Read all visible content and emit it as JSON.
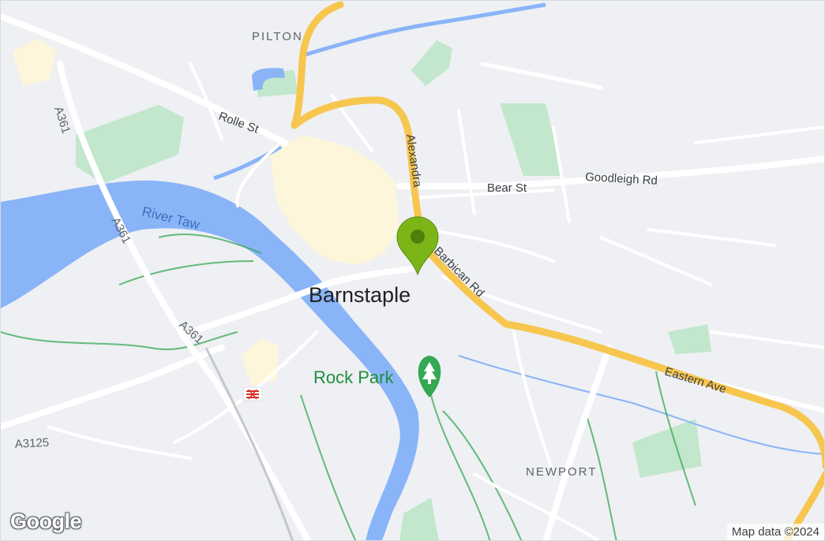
{
  "map": {
    "logo": "Google",
    "attribution": "Map data ©2024",
    "labels": {
      "pilton": "PILTON",
      "rolle_st": "Rolle St",
      "a361_north": "A361",
      "a361_mid": "A361",
      "a361_south": "A361",
      "river_taw": "River Taw",
      "alexandra": "Alexandra",
      "bear_st": "Bear St",
      "goodleigh_rd": "Goodleigh Rd",
      "barbican_rd": "Barbican Rd",
      "barnstaple": "Barnstaple",
      "rock_park": "Rock Park",
      "eastern_ave": "Eastern Ave",
      "a3125": "A3125",
      "newport": "NEWPORT"
    },
    "colors": {
      "land": "#eef0f3",
      "water": "#8ab4f8",
      "park": "#c2e7cc",
      "urban": "#fdf6da",
      "major_road": "#f7c64f",
      "road": "#ffffff",
      "marker": "#7cb518",
      "park_icon": "#34a853",
      "rail_icon": "#d93025"
    },
    "icons": {
      "marker": "map-pin-icon",
      "park": "tree-icon",
      "station": "railway-station-icon"
    }
  }
}
